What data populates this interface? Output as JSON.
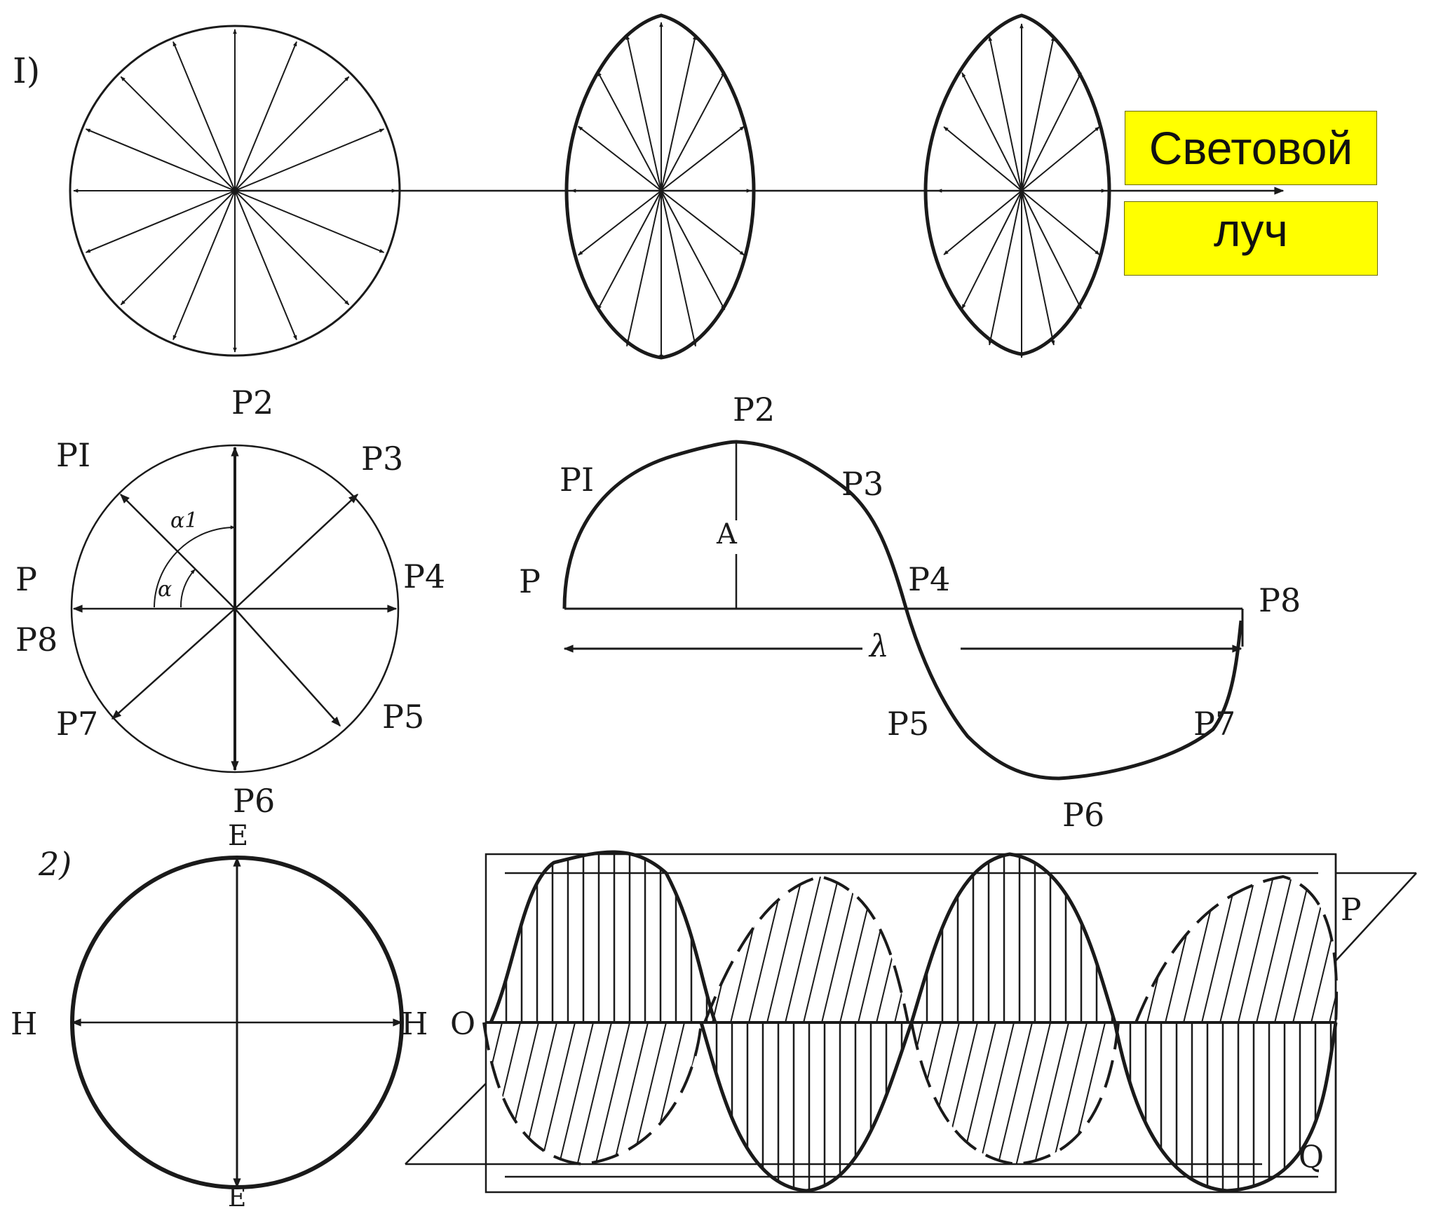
{
  "sections": {
    "one": "I)",
    "two": "2)"
  },
  "callout": {
    "line1": "Световой",
    "line2": "луч",
    "bg_color": "#ffff00"
  },
  "circle_labels": {
    "p2": "P2",
    "p1": "PI",
    "p3": "P3",
    "p": "P",
    "p4": "P4",
    "p8": "P8",
    "p7": "P7",
    "p5": "P5",
    "p6": "P6",
    "alpha1": "α1",
    "alpha": "α"
  },
  "wave_labels": {
    "p2": "P2",
    "p1": "PI",
    "p3": "P3",
    "a": "A",
    "p": "P",
    "p4": "P4",
    "p8": "P8",
    "lambda": "λ",
    "p5": "P5",
    "p7": "P7",
    "p6": "P6"
  },
  "em_labels": {
    "e_top": "E",
    "e_bottom": "E",
    "h_left": "H",
    "h_right": "H",
    "o": "O",
    "p": "P",
    "q": "Q"
  },
  "ink_color": "#1a1a1a"
}
